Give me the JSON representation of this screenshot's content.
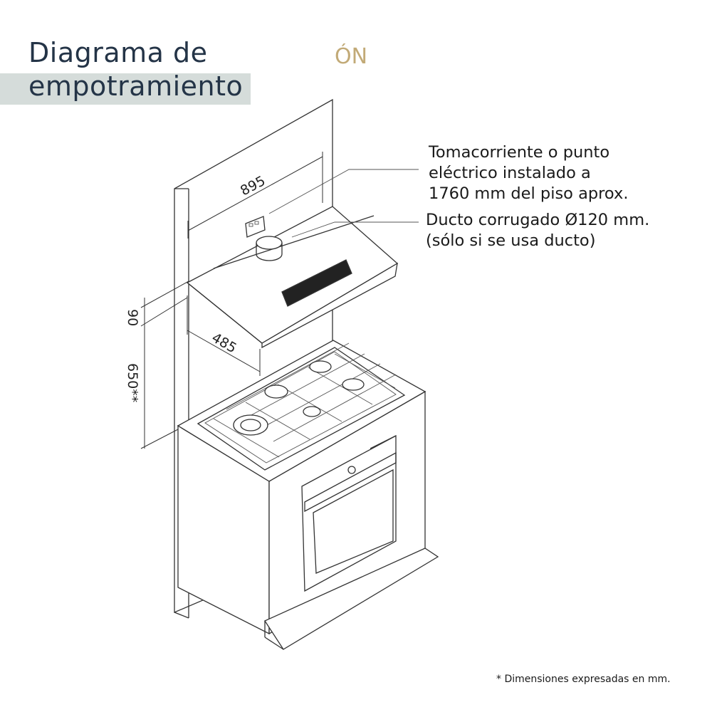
{
  "title": {
    "line1": "Diagrama de",
    "line2": "empotramiento"
  },
  "brand_fragment": "ÓN",
  "callouts": {
    "outlet": {
      "line1": "Tomacorriente o punto",
      "line2": "eléctrico instalado a",
      "line3": "1760 mm del piso aprox."
    },
    "duct": {
      "line1": "Ducto corrugado Ø120 mm.",
      "line2": "(sólo si se usa ducto)"
    }
  },
  "dimensions": {
    "width": "895",
    "depth": "485",
    "hood_height": "90",
    "clearance": "650**"
  },
  "footnote": "* Dimensiones expresadas en mm.",
  "colors": {
    "title_text": "#243447",
    "title_band": "#d5dcda",
    "brand": "#c2aa77",
    "line": "#333333"
  }
}
